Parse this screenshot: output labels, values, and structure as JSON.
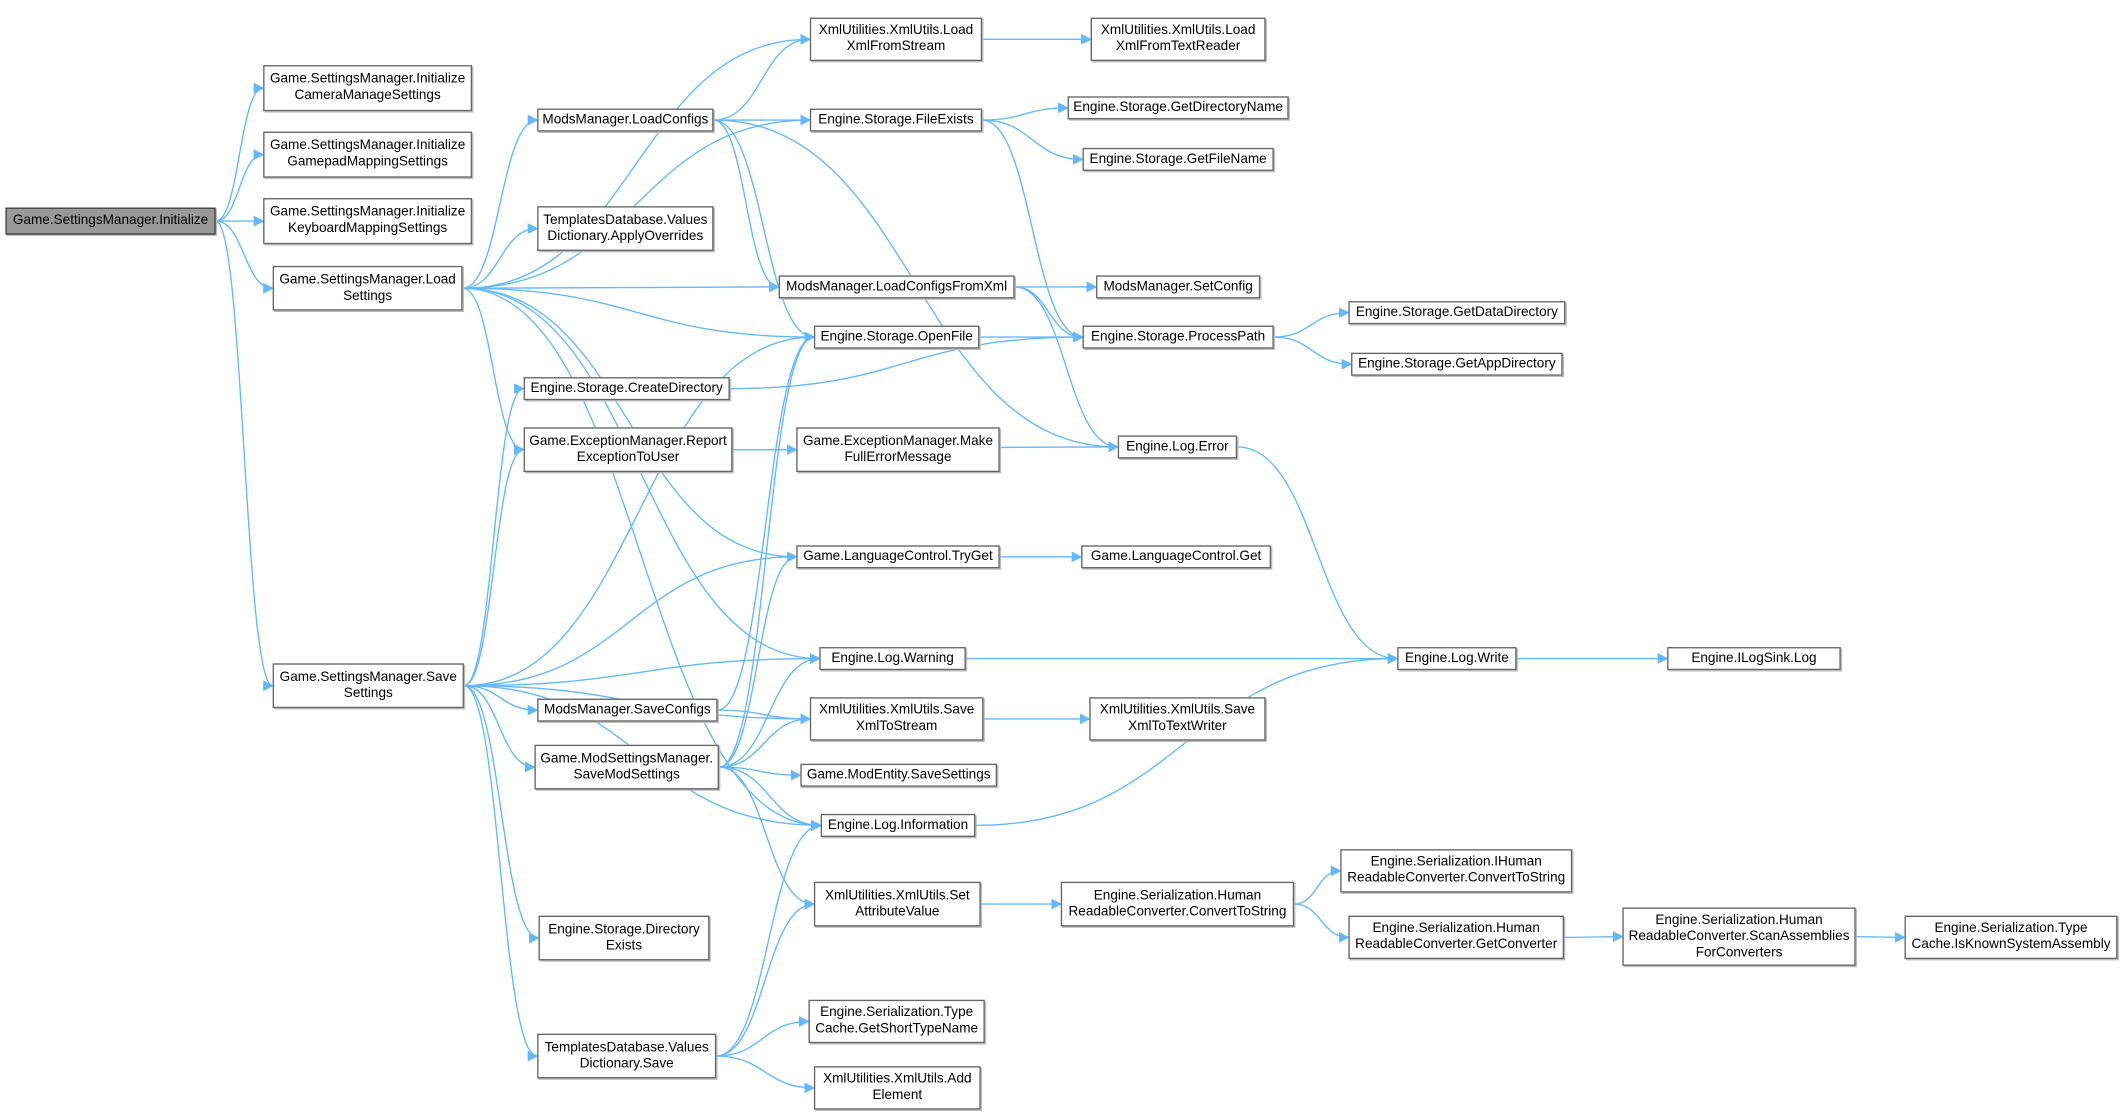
{
  "colors": {
    "edge": "#63b8ff",
    "node_border": "#666666",
    "root_fill": "#999999"
  },
  "nodes": {
    "init": "Game.SettingsManager.Initialize",
    "cam": "Game.SettingsManager.Initialize\nCameraManageSettings",
    "gamepad": "Game.SettingsManager.Initialize\nGamepadMappingSettings",
    "keyboard": "Game.SettingsManager.Initialize\nKeyboardMappingSettings",
    "load": "Game.SettingsManager.Load\nSettings",
    "save": "Game.SettingsManager.Save\nSettings",
    "loadcfg": "ModsManager.LoadConfigs",
    "applyovr": "TemplatesDatabase.Values\nDictionary.ApplyOverrides",
    "xmlLoadStream": "XmlUtilities.XmlUtils.Load\nXmlFromStream",
    "xmlLoadText": "XmlUtilities.XmlUtils.Load\nXmlFromTextReader",
    "fileExists": "Engine.Storage.FileExists",
    "getDirName": "Engine.Storage.GetDirectoryName",
    "getFileName": "Engine.Storage.GetFileName",
    "loadCfgXml": "ModsManager.LoadConfigsFromXml",
    "setConfig": "ModsManager.SetConfig",
    "openFile": "Engine.Storage.OpenFile",
    "processPath": "Engine.Storage.ProcessPath",
    "getDataDir": "Engine.Storage.GetDataDirectory",
    "getAppDir": "Engine.Storage.GetAppDirectory",
    "createDir": "Engine.Storage.CreateDirectory",
    "report": "Game.ExceptionManager.Report\nExceptionToUser",
    "makeFull": "Game.ExceptionManager.Make\nFullErrorMessage",
    "logError": "Engine.Log.Error",
    "tryGet": "Game.LanguageControl.TryGet",
    "lcGet": "Game.LanguageControl.Get",
    "warning": "Engine.Log.Warning",
    "logWrite": "Engine.Log.Write",
    "ilog": "Engine.ILogSink.Log",
    "saveCfg": "ModsManager.SaveConfigs",
    "saveStream": "XmlUtilities.XmlUtils.Save\nXmlToStream",
    "saveText": "XmlUtilities.XmlUtils.Save\nXmlToTextWriter",
    "modSave": "Game.ModSettingsManager.\nSaveModSettings",
    "entitySave": "Game.ModEntity.SaveSettings",
    "info": "Engine.Log.Information",
    "setAttr": "XmlUtilities.XmlUtils.Set\nAttributeValue",
    "dirExists": "Engine.Storage.Directory\nExists",
    "convToString": "Engine.Serialization.Human\nReadableConverter.ConvertToString",
    "iHuman": "Engine.Serialization.IHuman\nReadableConverter.ConvertToString",
    "getConv": "Engine.Serialization.Human\nReadableConverter.GetConverter",
    "scanAsm": "Engine.Serialization.Human\nReadableConverter.ScanAssemblies\nForConverters",
    "isKnown": "Engine.Serialization.Type\nCache.IsKnownSystemAssembly",
    "valSave": "TemplatesDatabase.Values\nDictionary.Save",
    "shortType": "Engine.Serialization.Type\nCache.GetShortTypeName",
    "addElem": "XmlUtilities.XmlUtils.Add\nElement"
  },
  "edges": [
    [
      "init",
      "cam"
    ],
    [
      "init",
      "gamepad"
    ],
    [
      "init",
      "keyboard"
    ],
    [
      "init",
      "load"
    ],
    [
      "init",
      "save"
    ],
    [
      "load",
      "xmlLoadStream"
    ],
    [
      "load",
      "fileExists"
    ],
    [
      "load",
      "loadcfg"
    ],
    [
      "load",
      "openFile"
    ],
    [
      "load",
      "applyovr"
    ],
    [
      "load",
      "loadCfgXml"
    ],
    [
      "load",
      "report"
    ],
    [
      "load",
      "tryGet"
    ],
    [
      "load",
      "warning"
    ],
    [
      "load",
      "info"
    ],
    [
      "loadcfg",
      "xmlLoadStream"
    ],
    [
      "loadcfg",
      "fileExists"
    ],
    [
      "loadcfg",
      "loadCfgXml"
    ],
    [
      "loadcfg",
      "openFile"
    ],
    [
      "loadcfg",
      "logError"
    ],
    [
      "xmlLoadStream",
      "xmlLoadText"
    ],
    [
      "fileExists",
      "getDirName"
    ],
    [
      "fileExists",
      "getFileName"
    ],
    [
      "fileExists",
      "processPath"
    ],
    [
      "loadCfgXml",
      "setConfig"
    ],
    [
      "loadCfgXml",
      "processPath"
    ],
    [
      "loadCfgXml",
      "logError"
    ],
    [
      "openFile",
      "processPath"
    ],
    [
      "processPath",
      "getDataDir"
    ],
    [
      "processPath",
      "getAppDir"
    ],
    [
      "createDir",
      "processPath"
    ],
    [
      "report",
      "makeFull"
    ],
    [
      "report",
      "logError"
    ],
    [
      "logError",
      "logWrite"
    ],
    [
      "tryGet",
      "lcGet"
    ],
    [
      "warning",
      "logWrite"
    ],
    [
      "logWrite",
      "ilog"
    ],
    [
      "save",
      "openFile"
    ],
    [
      "save",
      "createDir"
    ],
    [
      "save",
      "report"
    ],
    [
      "save",
      "tryGet"
    ],
    [
      "save",
      "warning"
    ],
    [
      "save",
      "saveCfg"
    ],
    [
      "save",
      "modSave"
    ],
    [
      "save",
      "info"
    ],
    [
      "save",
      "dirExists"
    ],
    [
      "save",
      "valSave"
    ],
    [
      "save",
      "saveStream"
    ],
    [
      "saveCfg",
      "openFile"
    ],
    [
      "saveCfg",
      "saveStream"
    ],
    [
      "modSave",
      "openFile"
    ],
    [
      "modSave",
      "tryGet"
    ],
    [
      "modSave",
      "warning"
    ],
    [
      "modSave",
      "saveStream"
    ],
    [
      "modSave",
      "entitySave"
    ],
    [
      "modSave",
      "info"
    ],
    [
      "modSave",
      "setAttr"
    ],
    [
      "saveStream",
      "saveText"
    ],
    [
      "info",
      "logWrite"
    ],
    [
      "setAttr",
      "convToString"
    ],
    [
      "convToString",
      "iHuman"
    ],
    [
      "convToString",
      "getConv"
    ],
    [
      "getConv",
      "scanAsm"
    ],
    [
      "scanAsm",
      "isKnown"
    ],
    [
      "valSave",
      "setAttr"
    ],
    [
      "valSave",
      "shortType"
    ],
    [
      "valSave",
      "addElem"
    ],
    [
      "valSave",
      "info"
    ]
  ]
}
